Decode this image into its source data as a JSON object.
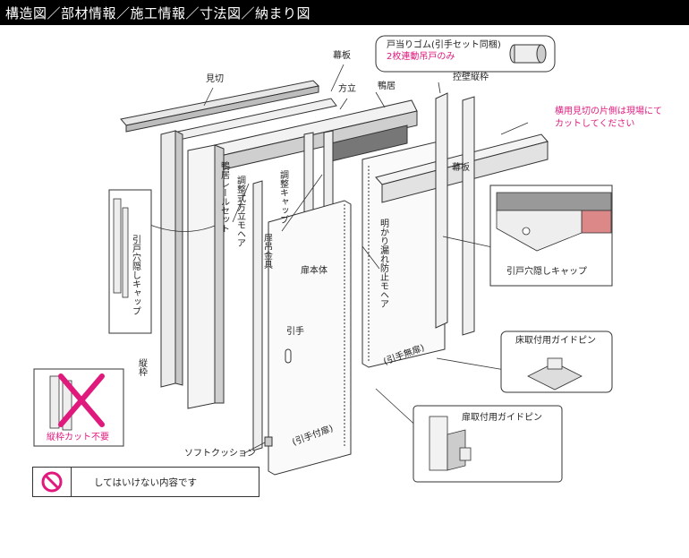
{
  "header": {
    "title": "構造図／部材情報／施工情報／寸法図／納まり図"
  },
  "labels": {
    "mikiri": "見切",
    "makuita_top": "幕板",
    "hodate": "方立",
    "kamoi": "鴨居",
    "hikae_tatewaku": "控壁縦枠",
    "todari_line1": "戸当りゴム(引手セット同梱)",
    "todari_line2": "2枚連動吊戸のみ",
    "yokomikiri_line1": "横用見切の片側は現場にて",
    "yokomikiri_line2": "カットしてください",
    "makuita_right": "幕板",
    "kamoi_rail": "鴨居レールセット",
    "chosei_hodate": "調整式方立モヘア",
    "chosei_cap": "調整キャップ",
    "tobira_kanagu": "扉吊金具",
    "tobira_hontai": "扉本体",
    "akari_more": "明かり漏れ防止モヘア",
    "hikido_cap_left": "引戸穴隠しキャップ",
    "hikido_cap_right": "引戸穴隠しキャップ",
    "tatewaku": "縦枠",
    "hikite": "引手",
    "hikite_nashi": "(引手無扉)",
    "hikite_tsuki": "(引手付扉)",
    "soft_cushion": "ソフトクッション",
    "yuka_guide": "床取付用ガイドピン",
    "tobira_guide": "扉取付用ガイドピン",
    "tatewaku_cut": "縦枠カット不要"
  },
  "legend": {
    "text": "してはいけない内容です"
  },
  "colors": {
    "accent_pink": "#e0197d",
    "title_bg": "#000000"
  },
  "icons": [
    "prohibited-icon",
    "cross-mark-icon",
    "rubber-stopper-icon",
    "guide-pin-icon"
  ]
}
